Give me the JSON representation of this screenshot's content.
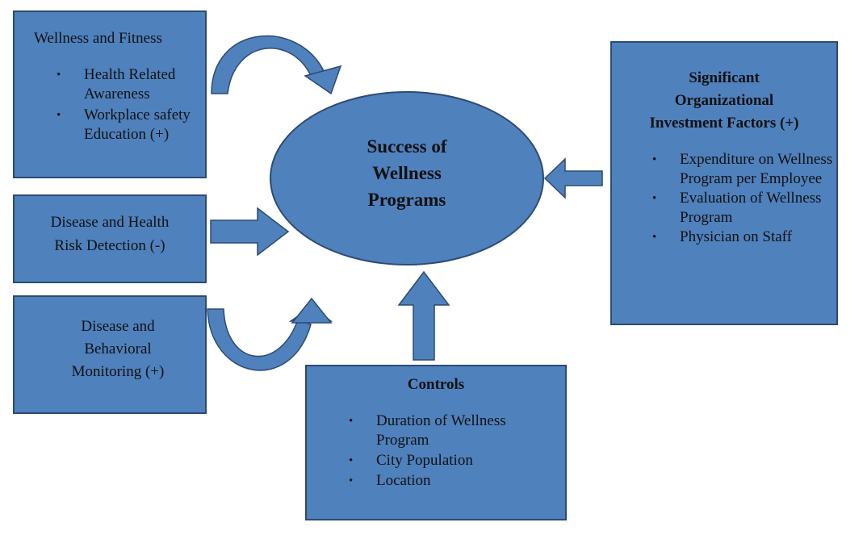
{
  "diagram": {
    "center": {
      "label": "Success of\nWellness\nPrograms"
    },
    "wellness_fitness": {
      "title": "Wellness and Fitness",
      "items": [
        "Health Related Awareness",
        "Workplace safety Education (+)"
      ]
    },
    "disease_risk": {
      "title": "Disease and Health\nRisk Detection (-)"
    },
    "disease_behavioral": {
      "title": "Disease and\nBehavioral\nMonitoring (+)"
    },
    "organizational": {
      "title": "Significant\nOrganizational\nInvestment Factors (+)",
      "items": [
        "Expenditure on Wellness Program per Employee",
        "Evaluation of Wellness Program",
        "Physician on Staff"
      ]
    },
    "controls": {
      "title": "Controls",
      "items": [
        "Duration of Wellness Program",
        "City Population",
        "Location"
      ]
    },
    "colors": {
      "box_fill": "#4f81bd",
      "box_border": "#2c4a73",
      "text": "#111111"
    }
  }
}
